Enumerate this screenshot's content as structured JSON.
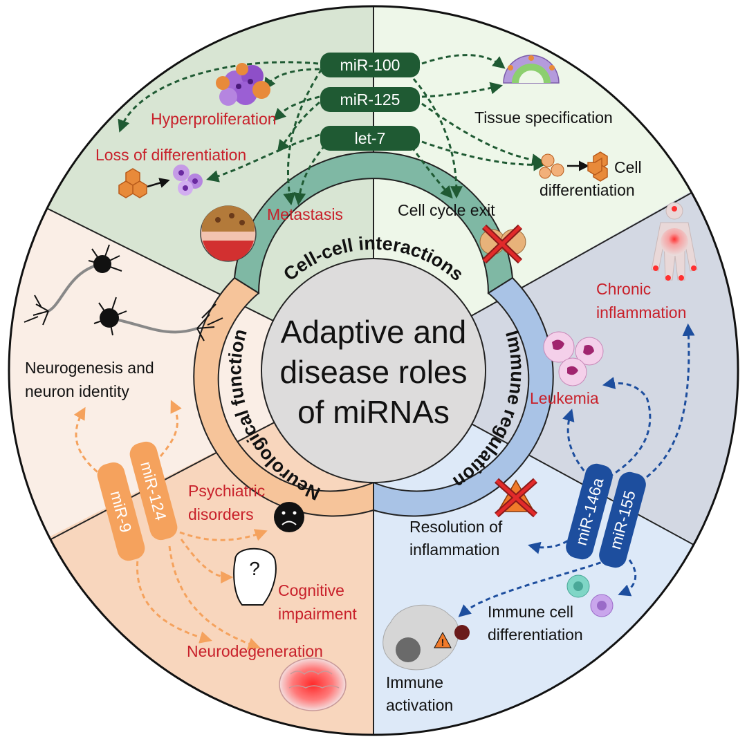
{
  "center": {
    "line1": "Adaptive and",
    "line2": "disease roles",
    "line3": "of miRNAs"
  },
  "ring": {
    "top": "Cell-cell interactions",
    "right": "Immune regulation",
    "left": "Neurological function"
  },
  "cell_interactions": {
    "mirnas": [
      "miR-100",
      "miR-125",
      "let-7"
    ],
    "hyperproliferation": "Hyperproliferation",
    "loss_of_differentiation": "Loss of differentiation",
    "metastasis": "Metastasis",
    "tissue_specification": "Tissue specification",
    "cell_differentiation_1": "Cell",
    "cell_differentiation_2": "differentiation",
    "cell_cycle_exit": "Cell cycle exit"
  },
  "immune": {
    "mirnas": [
      "miR-146a",
      "miR-155"
    ],
    "chronic_1": "Chronic",
    "chronic_2": "inflammation",
    "leukemia": "Leukemia",
    "resolution_1": "Resolution of",
    "resolution_2": "inflammation",
    "immune_cell_1": "Immune cell",
    "immune_cell_2": "differentiation",
    "activation_1": "Immune",
    "activation_2": "activation"
  },
  "neuro": {
    "mirnas": [
      "miR-124",
      "miR-9"
    ],
    "neurogenesis_1": "Neurogenesis and",
    "neurogenesis_2": "neuron identity",
    "psychiatric_1": "Psychiatric",
    "psychiatric_2": "disorders",
    "cognitive_1": "Cognitive",
    "cognitive_2": "impairment",
    "neurodegeneration": "Neurodegeneration",
    "question_mark": "?"
  },
  "colors": {
    "red_text": "#c8202a",
    "pill_green": "#1f5a33",
    "pill_blue": "#1d4e9e",
    "pill_orange": "#f5a25d",
    "ring_teal": "#7fb8a4",
    "ring_blue": "#a9c3e6",
    "ring_orange": "#f6c49a"
  }
}
